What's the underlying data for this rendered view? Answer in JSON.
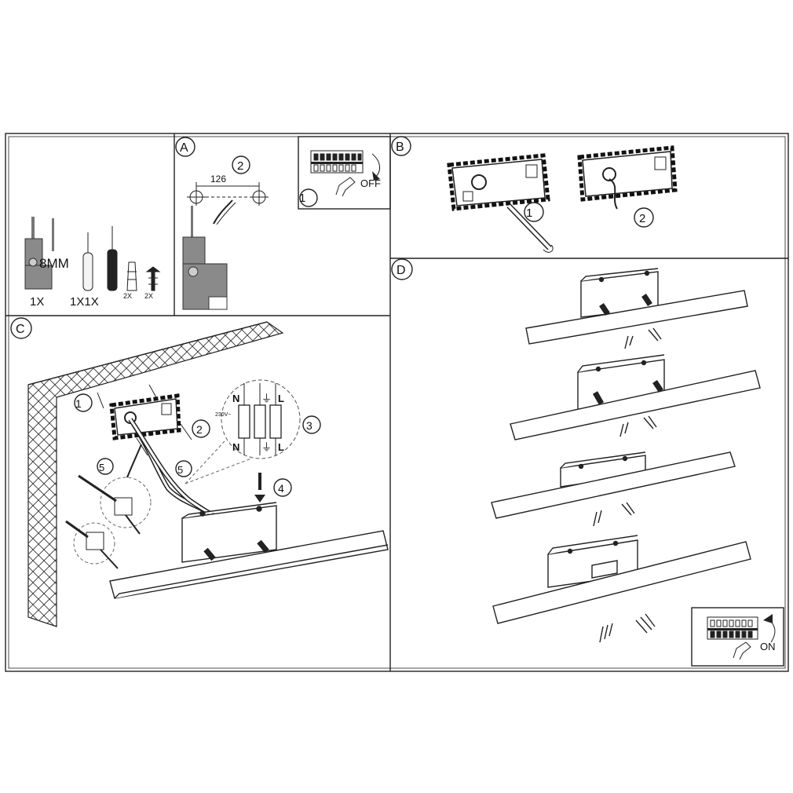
{
  "tools_panel": {
    "drill_size": "8MM",
    "drill_qty": "1X",
    "screwdriver_qty": "1X1X",
    "plug_qty": "2X",
    "screw_qty": "2X"
  },
  "panel_a": {
    "letter": "A",
    "step_1": "1",
    "step_2": "2",
    "distance": "126",
    "switch_state": "OFF"
  },
  "panel_b": {
    "letter": "B",
    "step_1": "1",
    "step_2": "2"
  },
  "panel_c": {
    "letter": "C",
    "step_1": "1",
    "step_2": "2",
    "step_3": "3",
    "step_4": "4",
    "step_5a": "5",
    "step_5b": "5",
    "terminal_n_top": "N",
    "terminal_earth_top": "⏚",
    "terminal_l_top": "L",
    "terminal_n_bottom": "N",
    "terminal_earth_bottom": "⏚",
    "terminal_l_bottom": "L",
    "voltage": "230V~"
  },
  "panel_d": {
    "letter": "D",
    "switch_state": "ON"
  }
}
